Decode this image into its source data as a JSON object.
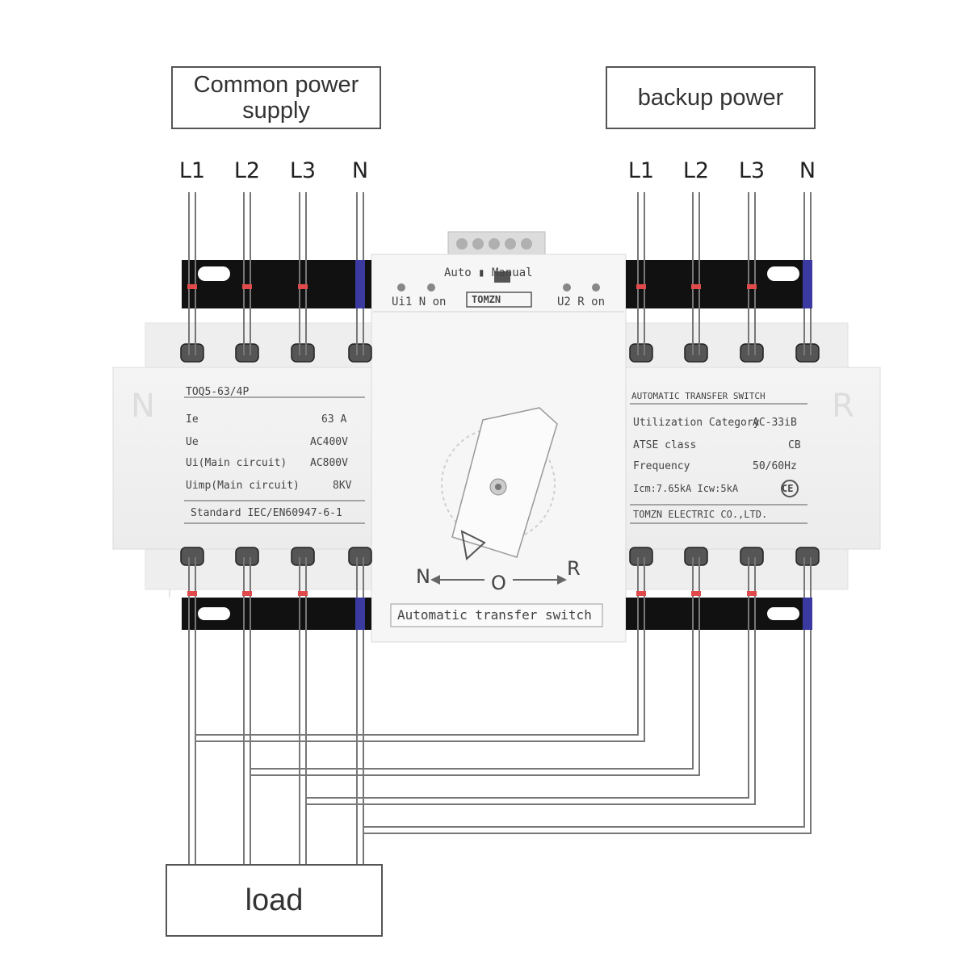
{
  "labels": {
    "common_power": "Common power supply",
    "backup_power": "backup power",
    "load": "load"
  },
  "poles_left": [
    "L1",
    "L2",
    "L3",
    "N"
  ],
  "poles_right": [
    "L1",
    "L2",
    "L3",
    "N"
  ],
  "device": {
    "top_left_indicators": "Ui1 N on",
    "mode_switch": "Auto ▮ Manual",
    "brand": "TOMZN",
    "top_right_indicators": "U2 R on",
    "side_left": "N",
    "side_right": "R",
    "model": "TOQ5-63/4P",
    "left_specs": [
      {
        "k": "Ie",
        "v": "63 A"
      },
      {
        "k": "Ue",
        "v": "AC400V"
      },
      {
        "k": "Ui(Main circuit)",
        "v": "AC800V"
      },
      {
        "k": "Uimp(Main circuit)",
        "v": "8KV"
      }
    ],
    "standard": "Standard IEC/EN60947-6-1",
    "right_title": "AUTOMATIC TRANSFER SWITCH",
    "right_specs": [
      {
        "k": "Utilization Category",
        "v": "AC-33iB"
      },
      {
        "k": "ATSE class",
        "v": "CB"
      },
      {
        "k": "Frequency",
        "v": "50/60Hz"
      },
      {
        "k": "Icm:7.65kA Icw:5kA",
        "v": "CE"
      }
    ],
    "manufacturer": "TOMZN ELECTRIC CO.,LTD.",
    "dial_n": "N",
    "dial_o": "O",
    "dial_r": "R",
    "bottom_plate": "Automatic transfer switch"
  },
  "colors": {
    "wire": "#6a6a6a",
    "bar": "#111111",
    "red_marker": "#e04a4a",
    "blue_marker": "#3a3aa0"
  }
}
